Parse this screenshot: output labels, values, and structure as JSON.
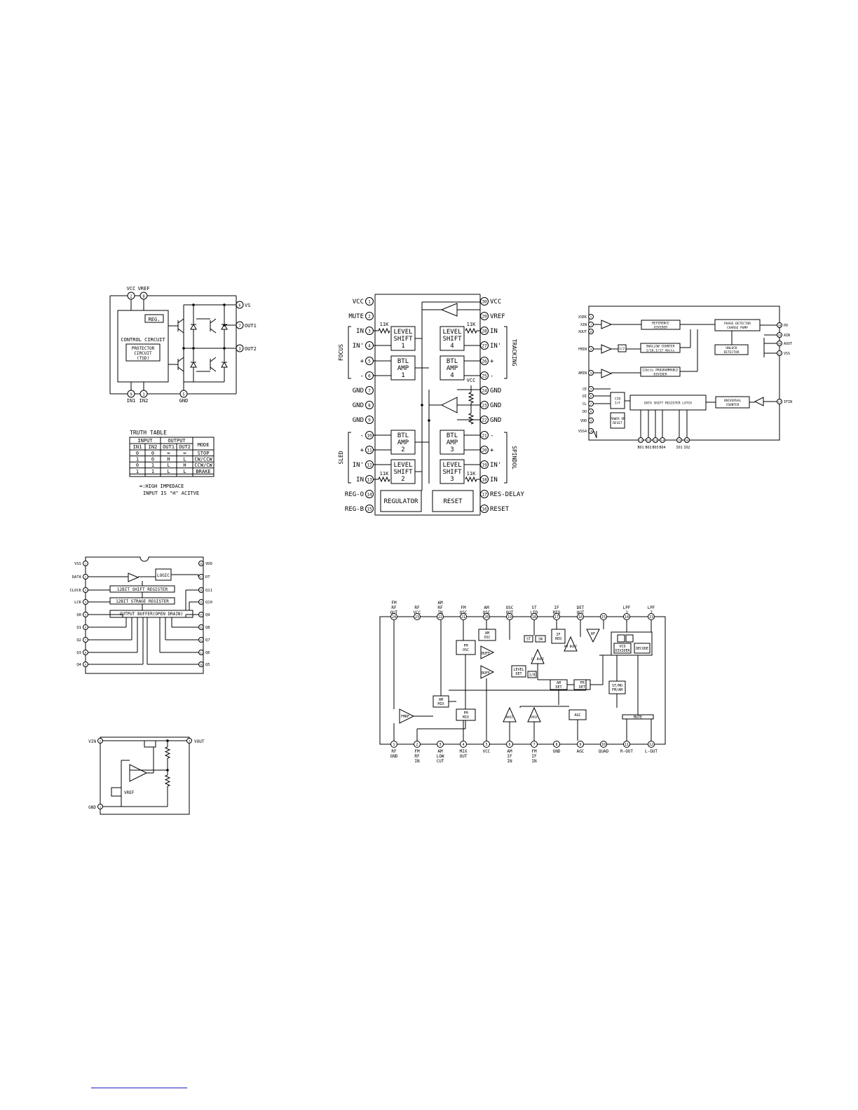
{
  "driver": {
    "pins_top": [
      "2",
      "8"
    ],
    "labels_top": [
      "VCC",
      "VREF"
    ],
    "pins_right": [
      "6",
      "7",
      "3"
    ],
    "labels_right": [
      "VS",
      "OUT1",
      "OUT2"
    ],
    "pins_bottom": [
      "9",
      "1",
      "5"
    ],
    "labels_bottom": [
      "IN1",
      "IN2",
      "GND"
    ],
    "reg": "REG.",
    "control": "CONTROL CIRCUIT",
    "protector": [
      "PROTECTOR",
      "CIRCUIT",
      "(TSD)"
    ]
  },
  "truth_table": {
    "title": "TRUTH TABLE",
    "group_headers": [
      "INPUT",
      "OUTPUT",
      "MODE"
    ],
    "col_headers": [
      "IN1",
      "IN2",
      "OUT1",
      "OUT2"
    ],
    "rows": [
      [
        "0",
        "0",
        "∞",
        "∞",
        "STOP"
      ],
      [
        "1",
        "0",
        "H",
        "L",
        "CW/CCW"
      ],
      [
        "0",
        "1",
        "L",
        "H",
        "CCW/CW"
      ],
      [
        "1",
        "1",
        "L",
        "L",
        "BRAKE"
      ]
    ],
    "note1": "∞:HIGH IMPEDACE",
    "note2": "INPUT IS \"H\" ACITVE"
  },
  "servo": {
    "left_pins": [
      "1",
      "2",
      "3",
      "4",
      "5",
      "6",
      "7",
      "8",
      "9",
      "10",
      "11",
      "12",
      "13",
      "14",
      "15"
    ],
    "left_labels": [
      "VCC",
      "MUTE",
      "IN",
      "IN'",
      "+",
      "-",
      "GND",
      "GND",
      "GND",
      "-",
      "+",
      "IN'",
      "IN",
      "REG-O",
      "REG-B"
    ],
    "right_pins": [
      "30",
      "29",
      "28",
      "27",
      "26",
      "25",
      "24",
      "23",
      "22",
      "21",
      "20",
      "19",
      "18",
      "17",
      "16"
    ],
    "right_labels": [
      "VCC",
      "VREF",
      "IN",
      "IN'",
      "+",
      "-",
      "GND",
      "GND",
      "GND",
      "-",
      "+",
      "IN'",
      "IN",
      "RES-DELAY",
      "RESET"
    ],
    "groups": [
      "FOCUS",
      "SLED",
      "TRACKING",
      "SPINDOL"
    ],
    "resistor": "11K",
    "vcc": "VCC",
    "blocks": {
      "ls1": [
        "LEVEL",
        "SHIFT",
        "1"
      ],
      "btl1": [
        "BTL",
        "AMP",
        "1"
      ],
      "ls4": [
        "LEVEL",
        "SHIFT",
        "4"
      ],
      "btl4": [
        "BTL",
        "AMP",
        "4"
      ],
      "btl2": [
        "BTL",
        "AMP",
        "2"
      ],
      "ls2": [
        "LEVEL",
        "SHIFT",
        "2"
      ],
      "btl3": [
        "BTL",
        "AMP",
        "3"
      ],
      "ls3": [
        "LEVEL",
        "SHIFT",
        "3"
      ],
      "regulator": "REGULATOR",
      "reset": "RESET"
    }
  },
  "pll": {
    "left_pins": [
      "2",
      "1",
      "22",
      "3",
      "4",
      "5",
      "6",
      "7",
      "8",
      "9",
      "10"
    ],
    "left_labels": [
      "XSEK",
      "XIN",
      "XOUT",
      "FMIN",
      "AMIN",
      "CE",
      "DI",
      "CL",
      "DO",
      "VDD",
      "VSS4"
    ],
    "right_pins": [
      "18",
      "19",
      "20",
      "21",
      "17"
    ],
    "right_labels": [
      "PD",
      "AIN",
      "AOUT",
      "VSS",
      "IFIN"
    ],
    "bottom_pins": [
      "11",
      "12",
      "13",
      "14",
      "15",
      "16"
    ],
    "bottom_labels": [
      "BO1",
      "BO2",
      "BO3",
      "BO4",
      "IO1",
      "IO2"
    ],
    "blocks": [
      "REFERENCE DIVIDER",
      "PHASE DETECTOR CHARGE PUMP",
      "UNLOCK DETECTOR",
      "SWALLOW COUNTER 1/16,1/17 4bits",
      "12bits PROGRAMMABLE DIVIDER",
      "DATA SHIFT REGISTER LATCH",
      "UNIVERSAL COUNTER",
      "CCB I/F",
      "POWER ON RESET",
      "1/2"
    ]
  },
  "shift": {
    "left_pins": [
      "1",
      "2",
      "3",
      "4",
      "5",
      "6",
      "7",
      "8",
      "9"
    ],
    "left_labels": [
      "VSS",
      "DATA",
      "CLOCK",
      "LCK",
      "Q0",
      "Q1",
      "Q2",
      "Q3",
      "Q4"
    ],
    "right_pins": [
      "18",
      "17",
      "16",
      "15",
      "14",
      "13",
      "12",
      "11",
      "10"
    ],
    "right_labels": [
      "VDD",
      "DT",
      "Q11",
      "Q10",
      "Q9",
      "Q8",
      "Q7",
      "Q6",
      "Q5"
    ],
    "logic": "LOGIC",
    "bars": [
      "12BIT SHIFT REGISTER",
      "12BIT STRAGE REGISTER",
      "OUTPUT BUFFER(OPEN DRAIN)"
    ]
  },
  "regulator3": {
    "vin": "VIN",
    "vout": "VOUT",
    "gnd": "GND",
    "vref": "VREF",
    "pins": [
      "2",
      "3",
      "1"
    ]
  },
  "tuner": {
    "top_pins": [
      "24",
      "23",
      "22",
      "21",
      "20",
      "19",
      "18",
      "17",
      "16",
      "15",
      "14",
      "13"
    ],
    "top_labels": [
      "FM RF OUT",
      "RF VCC",
      "AM RF IN",
      "FM OSC",
      "AM OSC",
      "OSC OUT",
      "ST LED",
      "IF REQ",
      "DET OUT",
      "",
      "LPF 1",
      "LPF 2"
    ],
    "bottom_pins": [
      "1",
      "2",
      "3",
      "4",
      "5",
      "6",
      "7",
      "8",
      "9",
      "10",
      "11",
      "12"
    ],
    "bottom_labels": [
      "RF GND",
      "FM RF IN",
      "AM LOW CUT",
      "MIX OUT",
      "VCC",
      "AM IF IN",
      "FM IF IN",
      "GND",
      "AGC",
      "QUAD",
      "R-OUT",
      "L-OUT"
    ],
    "blocks": [
      "FMRF",
      "AM MIX",
      "FM MIX",
      "FM OSC",
      "AM OSC",
      "BUFF",
      "BUFF",
      "LEVEL DET",
      "1/8",
      "ST",
      "SW",
      "IF REQ",
      "IF BUFF",
      "AM BUFF",
      "AM DET",
      "FM DET",
      "AGC",
      "AMIF",
      "FMIF",
      "RF",
      "VCO DIVIDER",
      "DECODE",
      "ST/MO FM/AM",
      "MUTE"
    ]
  }
}
